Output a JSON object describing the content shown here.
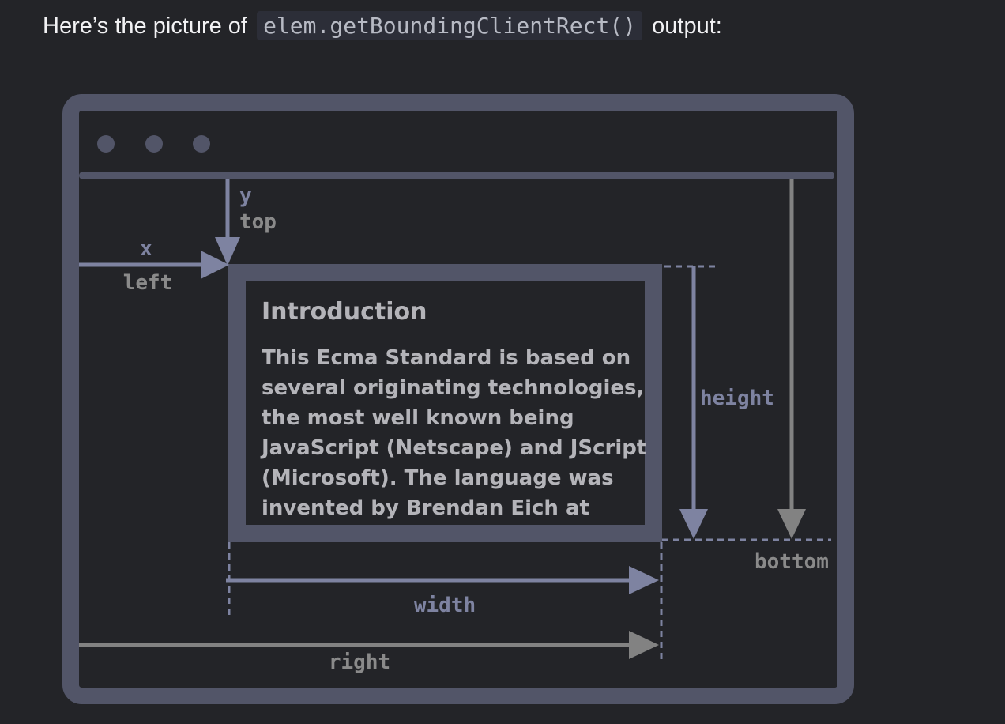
{
  "intro": {
    "prefix": "Here’s the picture of",
    "code": "elem.getBoundingClientRect()",
    "suffix": "output:"
  },
  "diagram": {
    "labels": {
      "y": "y",
      "top": "top",
      "x": "x",
      "left": "left",
      "height": "height",
      "bottom": "bottom",
      "width": "width",
      "right": "right"
    },
    "element": {
      "heading": "Introduction",
      "lines": [
        "This Ecma Standard is based on",
        "several originating technologies,",
        "the most well known being",
        "JavaScript (Netscape) and JScript",
        "(Microsoft). The language was",
        "invented by Brendan Eich at"
      ]
    },
    "colors": {
      "frame": "#525568",
      "background": "#232428",
      "window_dot": "#525568",
      "coord_arrow": "#7e83a1",
      "absolute_arrow": "#828282",
      "label_purple": "#7e83a1",
      "label_gray": "#8a8a8a",
      "text": "#b4b4b9"
    }
  }
}
